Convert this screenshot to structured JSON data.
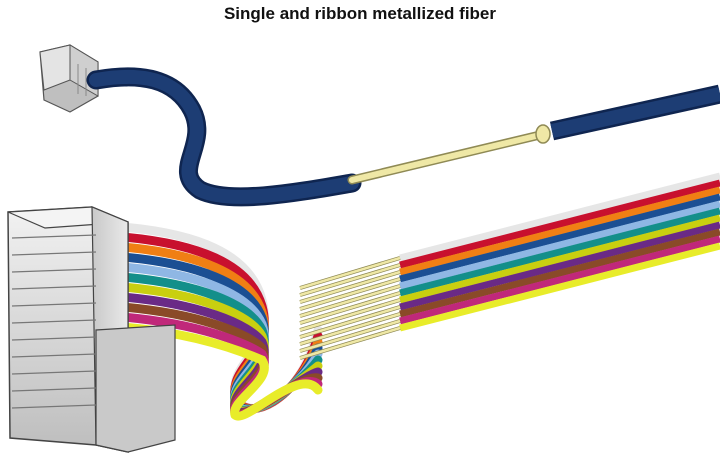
{
  "title": "Single and ribbon metallized fiber",
  "colors": {
    "jacket": "#1d3d74",
    "fiber": "#efe8a6",
    "ferrule": "#d8d8d8",
    "connector_body": "#d9d9d9",
    "ribbon": [
      "#e6e6e6",
      "#c8102e",
      "#f07f14",
      "#1b4f93",
      "#8fb7e4",
      "#138f8a",
      "#c9cf10",
      "#6a2a86",
      "#8a4a28",
      "#c0287a",
      "#e8ec2a"
    ]
  },
  "components": {
    "single_fiber": {
      "name": "single-metallized-fiber"
    },
    "ribbon_fiber": {
      "name": "ribbon-metallized-fiber",
      "fiber_count": 11
    }
  }
}
